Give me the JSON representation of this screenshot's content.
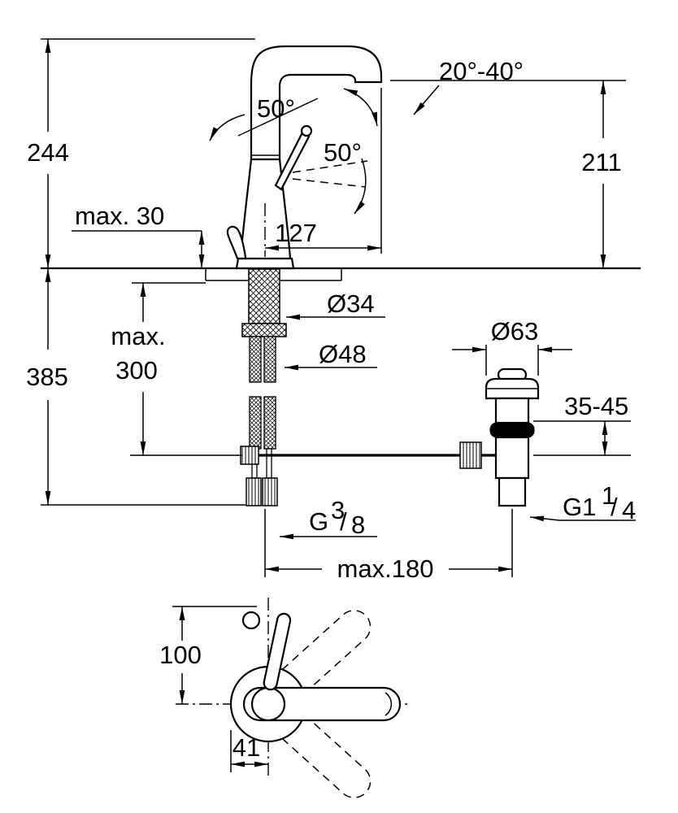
{
  "drawing": {
    "type": "technical-dimension-drawing",
    "subject": "single-lever basin mixer with pop-up waste",
    "colors": {
      "line": "#000000",
      "background": "#ffffff"
    },
    "labels": {
      "swivel_range": "20°-40°",
      "handle_lift_angle": "50°",
      "handle_turn_angle": "50°",
      "total_height": "244",
      "outlet_height": "211",
      "deck_thickness_max": "max. 30",
      "spout_reach": "127",
      "hole_diameter": "Ø34",
      "base_diameter": "Ø48",
      "hose_length_max_line1": "max.",
      "hose_length_max_line2": "300",
      "under_deck_height": "385",
      "waste_flange_diameter": "Ø63",
      "waste_deck_range": "35-45",
      "rod_length_max": "max.180",
      "handle_height": "100",
      "handle_offset": "41",
      "supply_thread": {
        "prefix": "G",
        "numerator": "3",
        "slash": "/",
        "denominator": "8"
      },
      "waste_thread": {
        "prefix": "G1",
        "numerator": "1",
        "slash": "/",
        "denominator": "4"
      }
    }
  }
}
